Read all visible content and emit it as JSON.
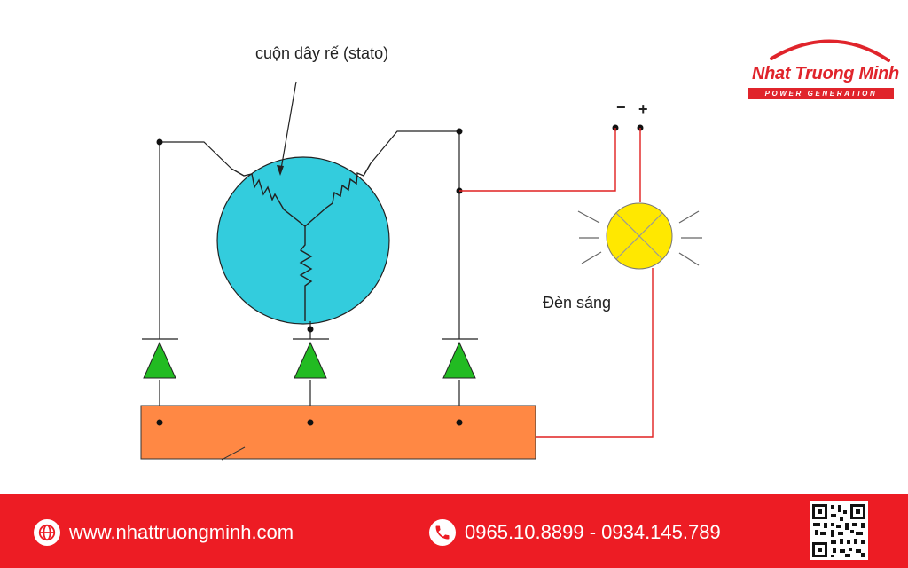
{
  "diagram": {
    "stator_label": "cuộn dây rế (stato)",
    "lamp_label": "Đèn sáng",
    "minus_terminal": "−",
    "plus_terminal": "+"
  },
  "logo": {
    "name": "Nhat Truong Minh",
    "tagline": "POWER GENERATION"
  },
  "footer": {
    "website": "www.nhattruongminh.com",
    "phones": "0965.10.8899 - 0934.145.789",
    "globe_icon": "globe-icon",
    "phone_icon": "phone-icon",
    "qr_icon": "qr-code-icon"
  },
  "colors": {
    "stator_fill": "#33ccdd",
    "diode_fill": "#22bb22",
    "plate_fill": "#ff8844",
    "lamp_fill": "#ffe800",
    "wire_red": "#e02020",
    "brand_red": "#ed1c24"
  }
}
